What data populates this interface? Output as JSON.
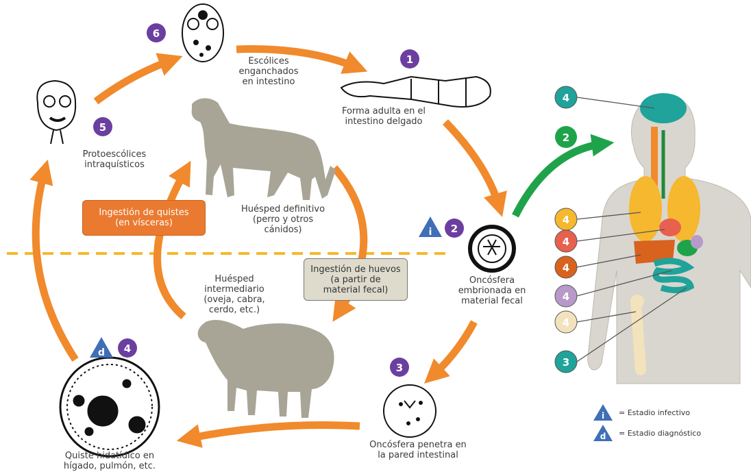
{
  "stages": {
    "s1": {
      "badge": "1",
      "label": [
        "Forma adulta en el",
        "intestino delgado"
      ]
    },
    "s2": {
      "badge": "2",
      "label": [
        "Oncósfera",
        "embrionada en",
        "material fecal"
      ]
    },
    "s3": {
      "badge": "3",
      "label": [
        "Oncósfera penetra en",
        "la pared intestinal"
      ]
    },
    "s4": {
      "badge": "4",
      "label": [
        "Quiste hidatídico en",
        "hígado, pulmón, etc."
      ]
    },
    "s5": {
      "badge": "5",
      "label": [
        "Protoescólices",
        "intraquísticos"
      ]
    },
    "s6": {
      "badge": "6",
      "label": [
        "Escólices",
        "enganchados",
        "en intestino"
      ]
    }
  },
  "hosts": {
    "definitive": [
      "Huésped definitivo",
      "(perro y otros",
      "cánidos)"
    ],
    "intermediate": [
      "Huésped",
      "intermediario",
      "(oveja, cabra,",
      "cerdo, etc.)"
    ]
  },
  "boxes": {
    "cysts": [
      "Ingestión de quistes",
      "(en vísceras)"
    ],
    "eggs": [
      "Ingestión de huevos",
      "(a partir de",
      "material fecal)"
    ]
  },
  "body_badges": [
    "4",
    "2",
    "4",
    "4",
    "4",
    "4",
    "4",
    "3"
  ],
  "legend": {
    "infective_symbol": "i",
    "infective": "= Estadio infectivo",
    "diagnostic_symbol": "d",
    "diagnostic": "= Estadio diagnóstico"
  },
  "colors": {
    "cycle_arrow": "#f08a2c",
    "badge_purple": "#6b3fa0",
    "human_arrow": "#1fa34a",
    "animal": "#a8a596",
    "body": "#d9d6cf",
    "divider": "#f5b82e",
    "triangle": "#3f6fb6"
  }
}
